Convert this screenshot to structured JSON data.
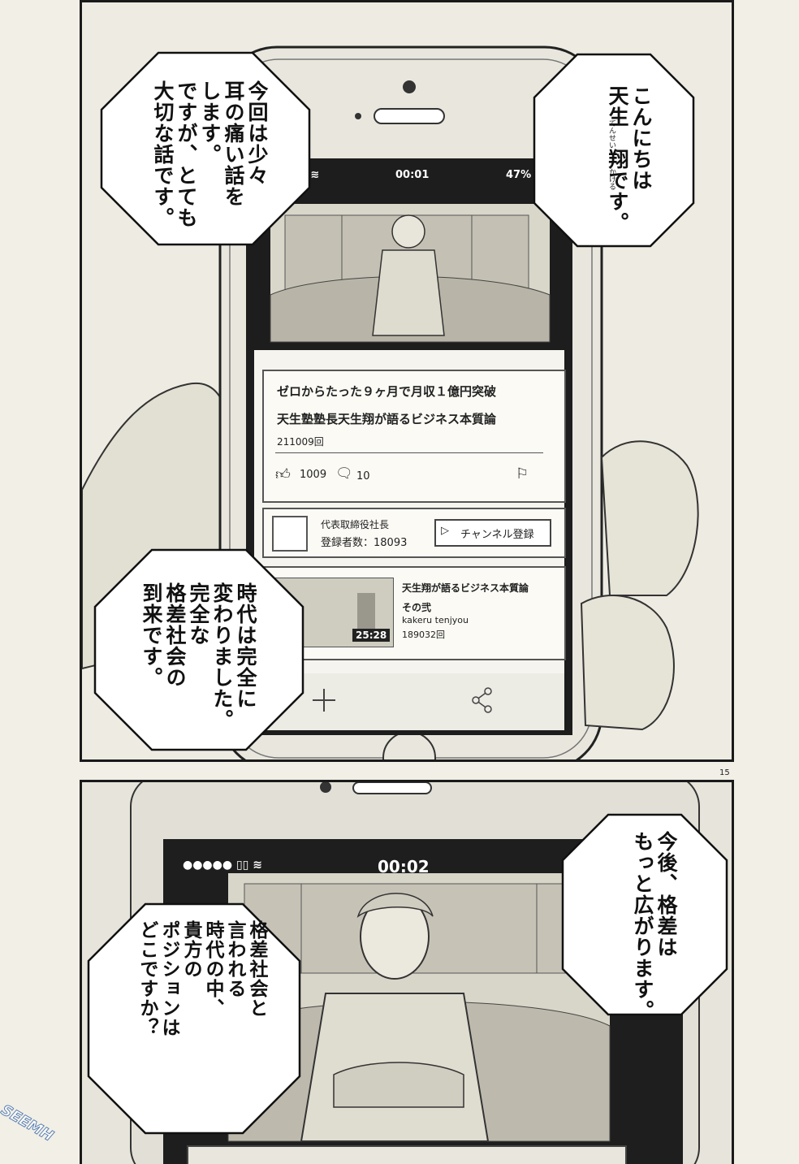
{
  "page_number": "15",
  "watermark": "SEEMH",
  "panel_top": {
    "phone": {
      "status_time": "00:01",
      "status_battery": "47%",
      "video_title_line1": "ゼロからたった９ヶ月で月収１億円突破",
      "video_title_line2": "天生塾塾長天生翔が語るビジネス本質論",
      "views": "211009回",
      "likes": "1009",
      "comments": "10",
      "channel_role": "代表取締役社長",
      "subscribers": "登録者数：18093",
      "subscribe_button": "チャンネル登録",
      "related_title": "天生翔が語るビジネス本質論",
      "related_part": "その弐",
      "related_channel": "kakeru tenjyou",
      "related_views": "189032回",
      "related_duration": "25:28"
    },
    "bubbles": [
      {
        "text": "今回は少々\n耳の痛い話を\nします。\nですが、とても\n大切な話です。"
      },
      {
        "text": "こんにちは\n天生　翔です。",
        "ruby_tensei": "てんせい",
        "ruby_kakeru": "かける"
      },
      {
        "text": "時代は完全に\n変わりました。\n完全な\n格差社会の\n到来です。"
      }
    ]
  },
  "panel_bottom": {
    "phone": {
      "status_time": "00:02"
    },
    "bubbles": [
      {
        "text": "今後、格差は\nもっと広がります。"
      },
      {
        "text": "格差社会と\n言われる\n時代の中、\n貴方の\nポジションは\nどこですか？"
      }
    ]
  }
}
